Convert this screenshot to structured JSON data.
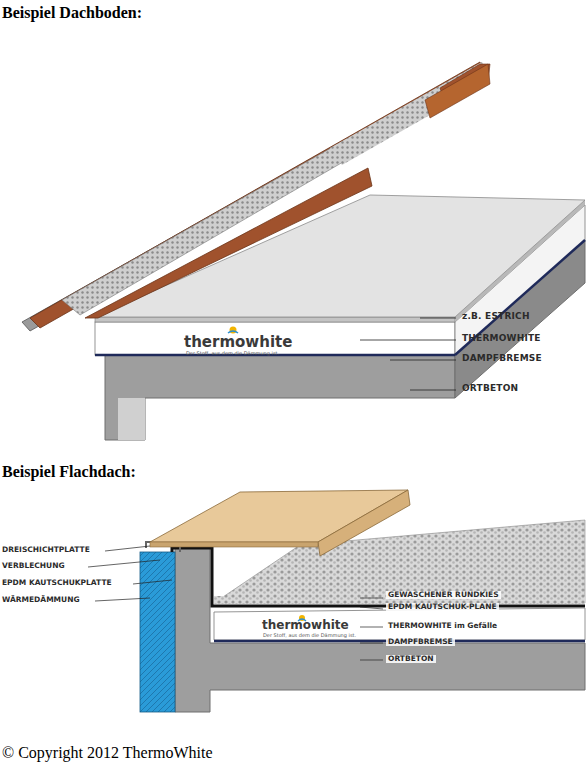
{
  "diagram": {
    "caption": "© Copyright 2012 ThermoWhite",
    "labels": [
      "Beispiel Dachboden:",
      "z.B. ESTRICH",
      "THERMOWHITE",
      "DAMPFBREMSE",
      "ORTBETON",
      "thermowhite",
      "Der Stoff, aus dem die Dämmung ist.",
      "Beispiel Flachdach:",
      "DREISCHICHTPLATTE",
      "VERBLECHUNG",
      "EPDM KAUTSCHUKPLATTE",
      "WÄRMEDÄMMUNG",
      "GEWASCHENER RUNDKIES",
      "EPDM KAUTSCHUK-PLANE",
      "THERMOWHITE im Gefälle",
      "DAMPFBREMSE",
      "ORTBETON",
      "thermowhite",
      "Der Stoff, aus dem die Dämmung ist."
    ]
  }
}
